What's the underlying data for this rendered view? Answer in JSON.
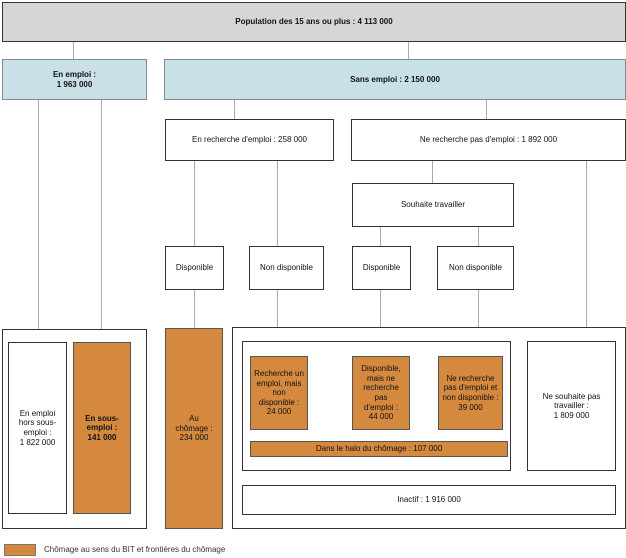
{
  "top": {
    "label": "Population des 15 ans ou plus : 4 113 000"
  },
  "en_emploi": {
    "label": "En emploi :\n1 963 000"
  },
  "sans_emploi": {
    "label": "Sans emploi : 2 150 000"
  },
  "en_recherche": {
    "label": "En recherche d'emploi : 258 000"
  },
  "ne_recherche_pas": {
    "label": "Ne recherche pas d'emploi : 1 892 000"
  },
  "souhaite": {
    "label": "Souhaite travailler"
  },
  "disponible_1": {
    "label": "Disponible"
  },
  "non_disponible_1": {
    "label": "Non disponible"
  },
  "disponible_2": {
    "label": "Disponible"
  },
  "non_disponible_2": {
    "label": "Non disponible"
  },
  "hors_sous_emploi": {
    "label": "En emploi\nhors sous-\nemploi :\n1 822 000"
  },
  "sous_emploi": {
    "label": "En sous-\nemploi :\n141 000"
  },
  "au_chomage": {
    "label": "Au\nchômage :\n234 000"
  },
  "recherche_non_dispo": {
    "label": "Recherche un\nemploi, mais non\ndisponible :\n24 000"
  },
  "dispo_ne_recherche_pas": {
    "label": "Disponible,\nmais ne\nrecherche\npas\nd'emploi :\n44 000"
  },
  "ne_recherche_ni_dispo": {
    "label": "Ne recherche\npas d'emploi et\nnon disponible :\n39 000"
  },
  "ne_souhaite_pas": {
    "label": "Ne souhaite pas\ntravailler :\n1 809 000"
  },
  "halo": {
    "label": "Dans le halo du chômage : 107 000"
  },
  "inactif": {
    "label": "Inactif : 1 916 000"
  },
  "legend": {
    "label": "Chômage au sens du BIT et frontières du chômage"
  },
  "colors": {
    "orange": "#d4893f",
    "blue": "#c9e0e6",
    "gray": "#d6d6d6"
  }
}
